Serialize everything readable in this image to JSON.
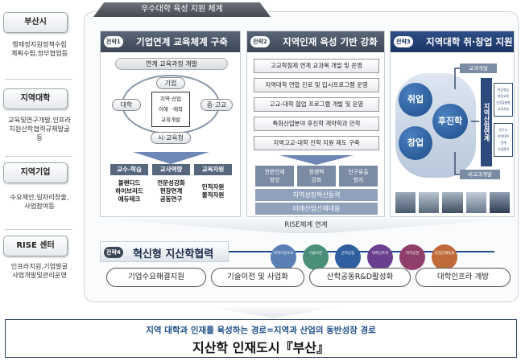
{
  "left": [
    {
      "label": "부산시",
      "desc": [
        "행재정지원정책수립",
        "계획수립,정부협업등"
      ]
    },
    {
      "label": "지역대학",
      "desc": [
        "교육및연구개발,인프라",
        "지원산학협력규제발굴",
        "등"
      ]
    },
    {
      "label": "지역기업",
      "desc": [
        "수요제안,일자리창출,",
        "사업참여등"
      ]
    },
    {
      "label": "RISE 센터",
      "desc": [
        "인프라지원,기업발굴",
        "사업개발및관리운영"
      ]
    }
  ],
  "banner": "우수대학 육성 지원 체계",
  "s1": {
    "tag": "전략1",
    "title": "기업연계 교육체계 구축",
    "sub": "연계 교육과정 개발",
    "nodes": {
      "top": "기업",
      "left": "대학",
      "right": "중·고교",
      "bottom": "시·교육청",
      "center": [
        "지역·산업",
        "이해 · 애착",
        "교육개발"
      ]
    },
    "cols": [
      {
        "head": "교수-학습",
        "body": [
          "블랜디드",
          "하이브리드",
          "에듀테크"
        ]
      },
      {
        "head": "교사역량",
        "body": [
          "전문성강화",
          "현장연계",
          "공동연구"
        ]
      },
      {
        "head": "교육자원",
        "body": [
          "인적자원",
          "물적자원"
        ]
      }
    ]
  },
  "s2": {
    "tag": "전략2",
    "title": "지역인재 육성 기반 강화",
    "items": [
      "고교학점제 연계 교과목 개발 및 운영",
      "지역대학 연합 진로 및 입시프로그램 운영",
      "고교-대학 협업 프로그램 개발 및 운영",
      "특화산업분야 후진학 계약학과 안착",
      "지역고교-대학 진학 지원 제도 구축"
    ],
    "chips": [
      [
        "전문인재",
        "양성"
      ],
      [
        "정생력",
        "강화"
      ],
      [
        "인구유출",
        "방지"
      ]
    ],
    "bars": [
      "지역성장혁신동력",
      "미래산업선제대응"
    ]
  },
  "s3": {
    "tag": "전략3",
    "title": "지역대학 취·창업 지원",
    "circles": [
      "취업",
      "창업",
      "후진학"
    ],
    "top": "교과개발",
    "bottom": "비교과개발",
    "vertical": "지역산업연계",
    "boxes": [
      [
        "현장실습",
        "현장교육",
        "산업맞춤형",
        "교육지원"
      ],
      [
        "연구소",
        "지역대학",
        "연계",
        "기업참여"
      ]
    ]
  },
  "rise_link": "RISE체계 연계",
  "s4": {
    "tag": "전략4",
    "title": "혁신형 지산학협력",
    "dots": [
      "지역기업수요",
      "기술이전",
      "산학공동",
      "대학인프라",
      "지역공헌",
      "산업인재육성"
    ],
    "pills": [
      "기업수요해결지원",
      "기술이전 및 사업화",
      "산학공동R&D활성화",
      "대학인프라 개방"
    ]
  },
  "bottom": {
    "line1": "지역 대학과 인재를 육성하는 경로=지역과 산업의 동반성장 경로",
    "line2": "지산학 인재도시『부산』"
  }
}
